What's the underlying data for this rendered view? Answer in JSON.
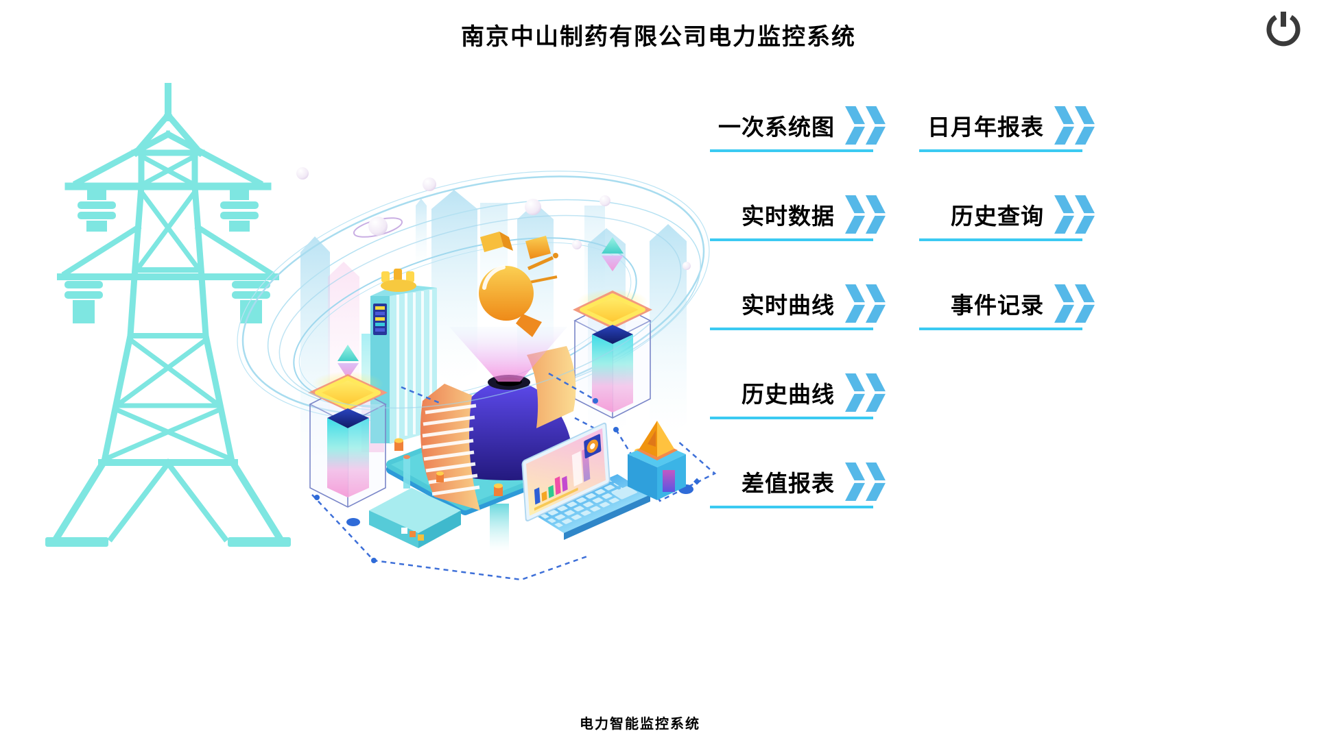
{
  "header": {
    "title": "南京中山制药有限公司电力监控系统"
  },
  "menu": {
    "left_column": [
      {
        "label": "一次系统图"
      },
      {
        "label": "实时数据"
      },
      {
        "label": "实时曲线"
      },
      {
        "label": "历史曲线"
      },
      {
        "label": "差值报表"
      }
    ],
    "right_column": [
      {
        "label": "日月年报表"
      },
      {
        "label": "历史查询"
      },
      {
        "label": "事件记录"
      }
    ]
  },
  "footer": {
    "label": "电力智能监控系统"
  },
  "icons": {
    "power": "power-icon",
    "menu_arrow": "double-chevron-icon"
  },
  "colors": {
    "chevron_blue": "#55B8E8",
    "underline_cyan": "#3BCAF2",
    "tower_teal": "#7EE6E1",
    "power_icon": "#3A3A3A",
    "title_text": "#000000"
  }
}
